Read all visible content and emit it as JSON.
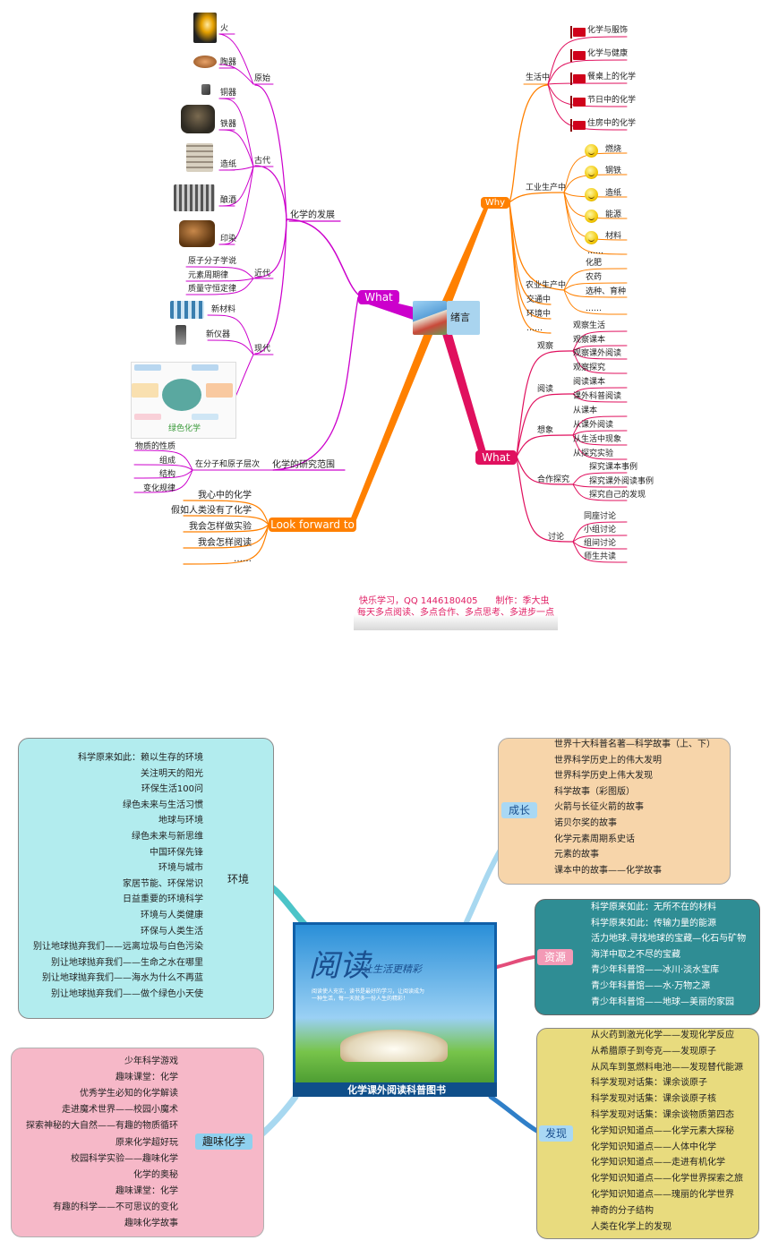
{
  "center_top": {
    "label": "绪言"
  },
  "branches": {
    "what_left": "What",
    "why": "Why",
    "what_right": "What",
    "look": "Look forward to"
  },
  "dev": {
    "title": "化学的发展",
    "yuanshi": {
      "label": "原始",
      "items": [
        "火",
        "陶器"
      ]
    },
    "gudai": {
      "label": "古代",
      "items": [
        "铜器",
        "铁器",
        "造纸",
        "酿酒",
        "印染"
      ]
    },
    "jindai": {
      "label": "近代",
      "items": [
        "原子分子学说",
        "元素周期律",
        "质量守恒定律"
      ]
    },
    "xiandai": {
      "label": "现代",
      "items": [
        "新材料",
        "新仪器"
      ]
    },
    "diagram_caption": "绿色化学"
  },
  "scope": {
    "title": "化学的研究范围",
    "sub": "在分子和原子层次",
    "items": [
      "物质的性质",
      "组成",
      "结构",
      "变化规律"
    ]
  },
  "look": {
    "items": [
      "我心中的化学",
      "假如人类没有了化学",
      "我会怎样做实验",
      "我会怎样阅读",
      "……"
    ]
  },
  "why": {
    "life": {
      "label": "生活中",
      "items": [
        "化学与服饰",
        "化学与健康",
        "餐桌上的化学",
        "节日中的化学",
        "住房中的化学"
      ]
    },
    "industry": {
      "label": "工业生产中",
      "items": [
        "燃烧",
        "钢铁",
        "造纸",
        "能源",
        "材料",
        "……"
      ]
    },
    "agri": {
      "label": "农业生产中",
      "items": [
        "化肥",
        "农药",
        "选种、育种",
        "……"
      ]
    },
    "traffic": "交通中",
    "env": "环境中",
    "more": "……"
  },
  "what_right": {
    "observe": {
      "label": "观察",
      "items": [
        "观察生活",
        "观察课本",
        "观察课外阅读",
        "观察探究"
      ]
    },
    "read": {
      "label": "阅读",
      "items": [
        "阅读课本",
        "课外科普阅读"
      ]
    },
    "imagine": {
      "label": "想象",
      "items": [
        "从课本",
        "从课外阅读",
        "从生活中现象",
        "从探究实验"
      ]
    },
    "coop": {
      "label": "合作探究",
      "items": [
        "探究课本事例",
        "探究课外阅读事例",
        "探究自己的发现"
      ]
    },
    "discuss": {
      "label": "讨论",
      "items": [
        "同座讨论",
        "小组讨论",
        "组间讨论",
        "师生共读"
      ]
    }
  },
  "footer": {
    "line1": "快乐学习，QQ 1446180405　　制作：季大虫",
    "line2": "每天多点阅读、多点合作、多点思考、多进步一点"
  },
  "bottom": {
    "center": {
      "title_art": "阅读",
      "subtitle_art": "让生活更精彩",
      "caption": "化学课外阅读科普图书",
      "blurb": "阅读使人充实，读书是最好的学习，让阅读成为一种生活，每一天就多一份人生的精彩！"
    },
    "env": {
      "label": "环境",
      "items": [
        "科学原来如此：赖以生存的环境",
        "关注明天的阳光",
        "环保生活100问",
        "绿色未来与生活习惯",
        "地球与环境",
        "绿色未来与新思维",
        "中国环保先锋",
        "环境与城市",
        "家居节能、环保常识",
        "日益重要的环境科学",
        "环境与人类健康",
        "环保与人类生活",
        "别让地球抛弃我们——远离垃圾与白色污染",
        "别让地球抛弃我们——生命之水在哪里",
        "别让地球抛弃我们——海水为什么不再蓝",
        "别让地球抛弃我们——做个绿色小天使"
      ]
    },
    "fun": {
      "label": "趣味化学",
      "items": [
        "少年科学游戏",
        "趣味课堂：化学",
        "优秀学生必知的化学解读",
        "走进魔术世界——校园小魔术",
        "探索神秘的大自然——有趣的物质循环",
        "原来化学超好玩",
        "校园科学实验——趣味化学",
        "化学的奥秘",
        "趣味课堂：化学",
        "有趣的科学——不可思议的变化",
        "趣味化学故事"
      ]
    },
    "grow": {
      "label": "成长",
      "items": [
        "世界十大科普名著—科学故事（上、下）",
        "世界科学历史上的伟大发明",
        "世界科学历史上伟大发现",
        "科学故事（彩图版）",
        "火箭与长征火箭的故事",
        "诺贝尔奖的故事",
        "化学元素周期系史话",
        "元素的故事",
        "课本中的故事——化学故事"
      ]
    },
    "res": {
      "label": "资源",
      "items": [
        "科学原来如此：无所不在的材料",
        "科学原来如此：传输力量的能源",
        "活力地球.寻找地球的宝藏—化石与矿物",
        "海洋中取之不尽的宝藏",
        "青少年科普馆——冰川·淡水宝库",
        "青少年科普馆——水·万物之源",
        "青少年科普馆——地球—美丽的家园"
      ]
    },
    "disc": {
      "label": "发现",
      "items": [
        "从火药到激光化学——发现化学反应",
        "从希腊原子到夸克——发现原子",
        "从风车到氢燃料电池——发现替代能源",
        "科学发现对话集：课余谈原子",
        "科学发现对话集：课余谈原子核",
        "科学发现对话集：课余谈物质第四态",
        "化学知识知道点——化学元素大探秘",
        "化学知识知道点——人体中化学",
        "化学知识知道点——走进有机化学",
        "化学知识知道点——化学世界探索之旅",
        "化学知识知道点——瑰丽的化学世界",
        "神奇的分子结构",
        "人类在化学上的发现"
      ]
    }
  },
  "colors": {
    "magenta": "#cc00cc",
    "orange": "#ff8000",
    "crimson": "#e0105e",
    "purple": "#b05ab8"
  }
}
